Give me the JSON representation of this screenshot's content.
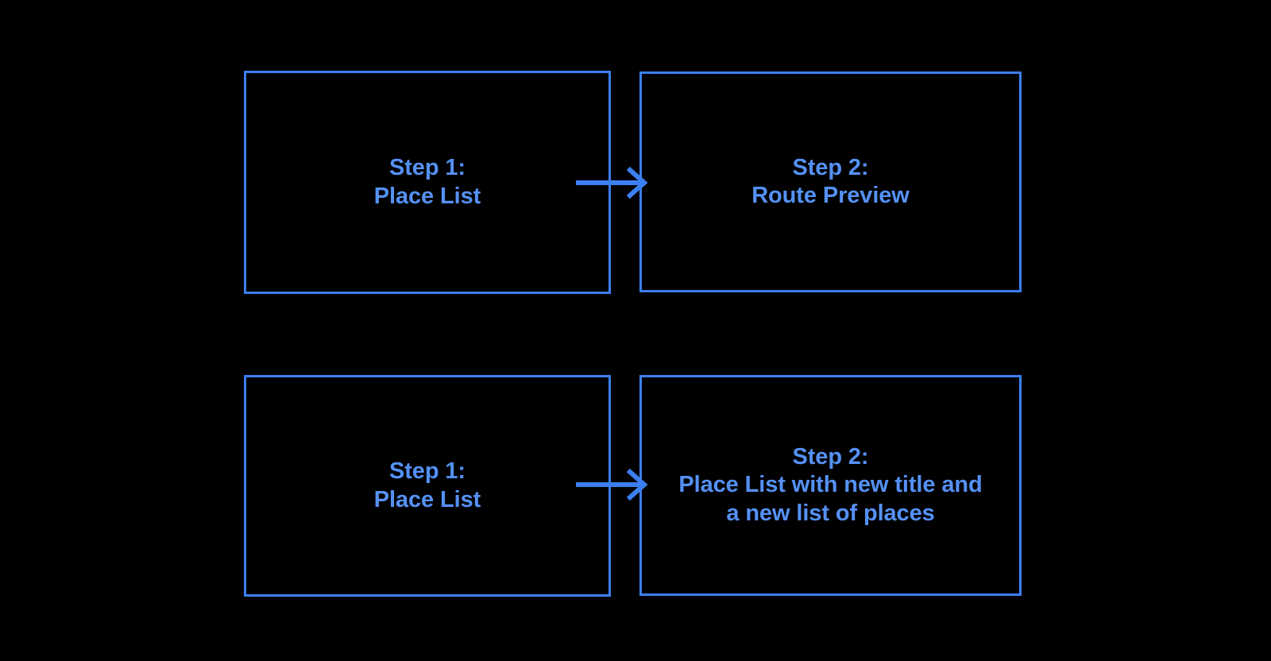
{
  "diagram": {
    "title": "Two-step user flow comparison",
    "background_color": "#000000",
    "accent_color": "#3c7ff0",
    "text_color": "#5591f5",
    "flows": [
      {
        "id": "flow-route-preview",
        "steps": [
          {
            "id": "r1-step1",
            "label": "Step 1:\nPlace List"
          },
          {
            "id": "r1-step2",
            "label": "Step 2:\nRoute Preview"
          }
        ],
        "connector": {
          "id": "r1-arrow",
          "icon": "arrow-right-icon",
          "direction": "right"
        }
      },
      {
        "id": "flow-new-place-list",
        "steps": [
          {
            "id": "r2-step1",
            "label": "Step 1:\nPlace List"
          },
          {
            "id": "r2-step2",
            "label": "Step 2:\nPlace List with new title and\na new list of places"
          }
        ],
        "connector": {
          "id": "r2-arrow",
          "icon": "arrow-right-icon",
          "direction": "right"
        }
      }
    ]
  }
}
